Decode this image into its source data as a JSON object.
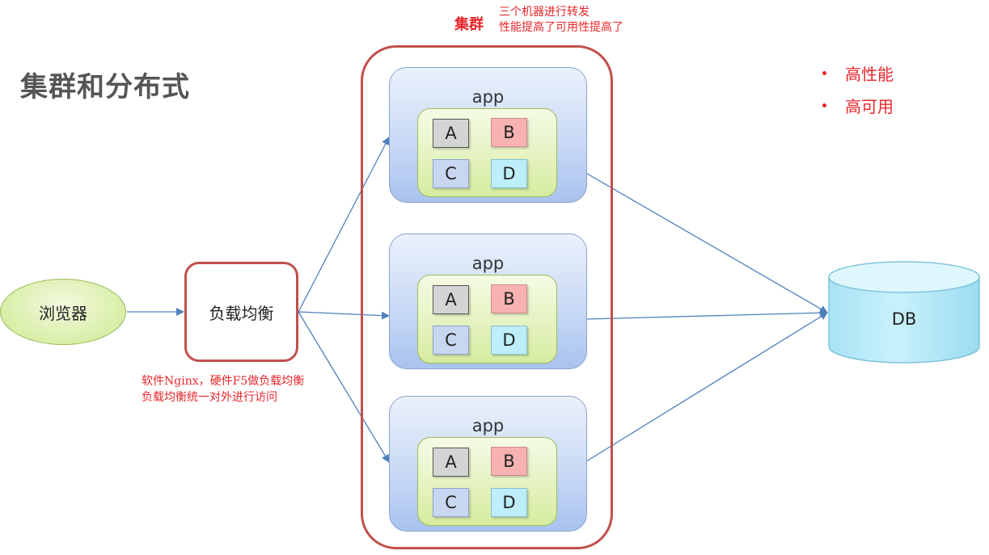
{
  "title": "集群和分布式",
  "cluster": {
    "label": "集群",
    "note": [
      "三个机器进行转发",
      "性能提高了可用性提高了"
    ]
  },
  "benefits": [
    "高性能",
    "高可用"
  ],
  "browser": {
    "label": "浏览器"
  },
  "load_balancer": {
    "label": "负载均衡",
    "note": [
      "软件Nginx，硬件F5做负载均衡",
      "负载均衡统一对外进行访问"
    ]
  },
  "apps": [
    {
      "label": "app",
      "modules": [
        "A",
        "B",
        "C",
        "D"
      ]
    },
    {
      "label": "app",
      "modules": [
        "A",
        "B",
        "C",
        "D"
      ]
    },
    {
      "label": "app",
      "modules": [
        "A",
        "B",
        "C",
        "D"
      ]
    }
  ],
  "database": {
    "label": "DB"
  },
  "colors": {
    "accent_red": "#e8262a",
    "frame_red": "#c0504d",
    "connector_blue": "#4f81bd",
    "app_blue": "#c9daf5",
    "module_green": "#e3f2bc",
    "db_cyan": "#bfeefa"
  }
}
